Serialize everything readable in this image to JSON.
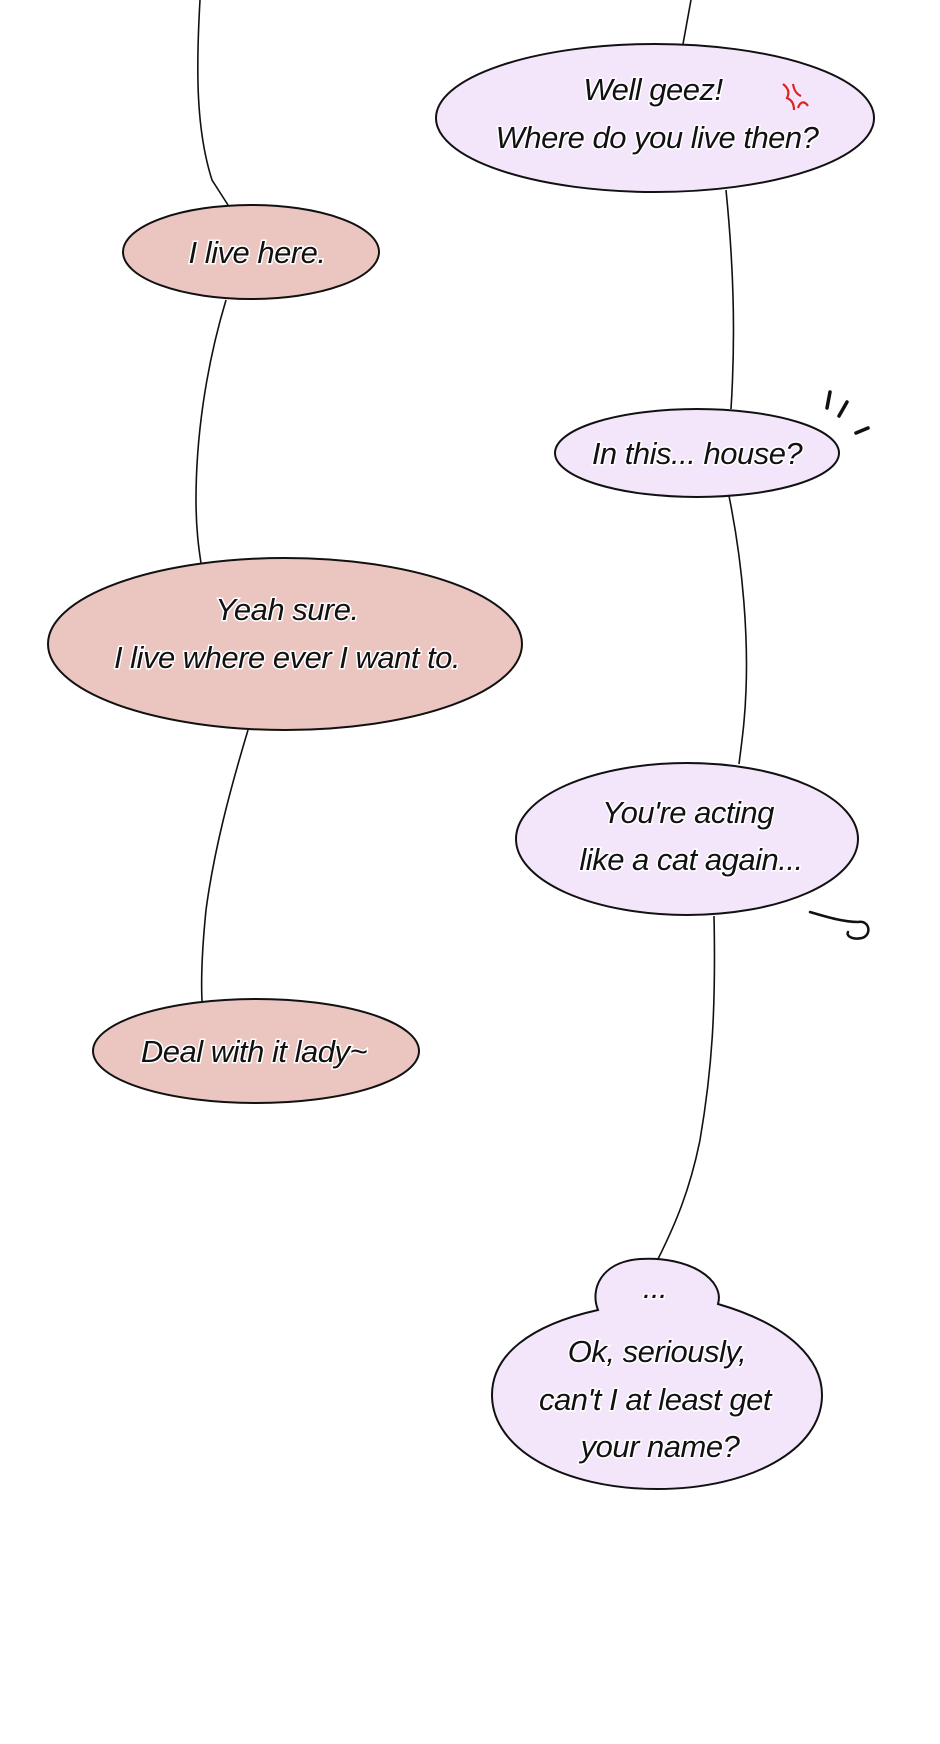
{
  "colors": {
    "left_bubble": "#ebc5c0",
    "right_bubble": "#f3e6fb",
    "anger_mark": "#e02020"
  },
  "left_bubbles": [
    {
      "lines": [
        "I live here."
      ]
    },
    {
      "lines": [
        "Yeah sure.",
        "I live where ever I want to."
      ]
    },
    {
      "lines": [
        "Deal with it lady~"
      ]
    }
  ],
  "right_bubbles": [
    {
      "lines": [
        "Well geez!",
        "Where do you live then?"
      ]
    },
    {
      "lines": [
        "In this... house?"
      ]
    },
    {
      "lines": [
        "You're acting",
        "like a cat again..."
      ]
    },
    {
      "lines": [
        "...",
        "Ok, seriously,",
        "can't I at least get",
        "your name?"
      ]
    }
  ]
}
